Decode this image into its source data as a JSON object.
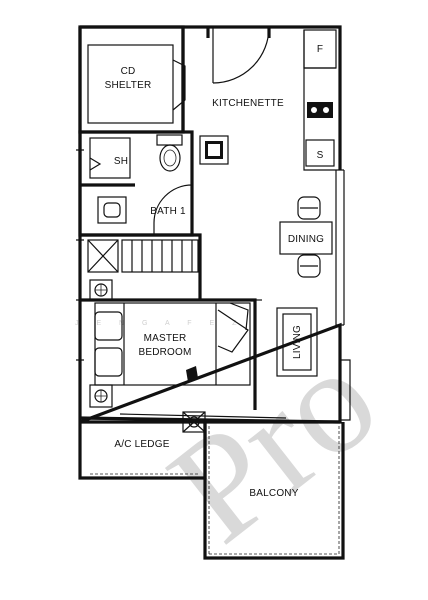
{
  "rooms": {
    "cd_shelter": [
      "CD",
      "SHELTER"
    ],
    "kitchenette": "KITCHENETTE",
    "fridge": "F",
    "sink": "S",
    "shower": "SH",
    "bath": "BATH 1",
    "dining": "DINING",
    "master_bedroom": [
      "MASTER",
      "BEDROOM"
    ],
    "living": "LIVING",
    "ac_ledge": "A/C LEDGE",
    "balcony": "BALCONY"
  },
  "watermark": {
    "main": "Pro",
    "sub": "J E N G A F E Z"
  }
}
